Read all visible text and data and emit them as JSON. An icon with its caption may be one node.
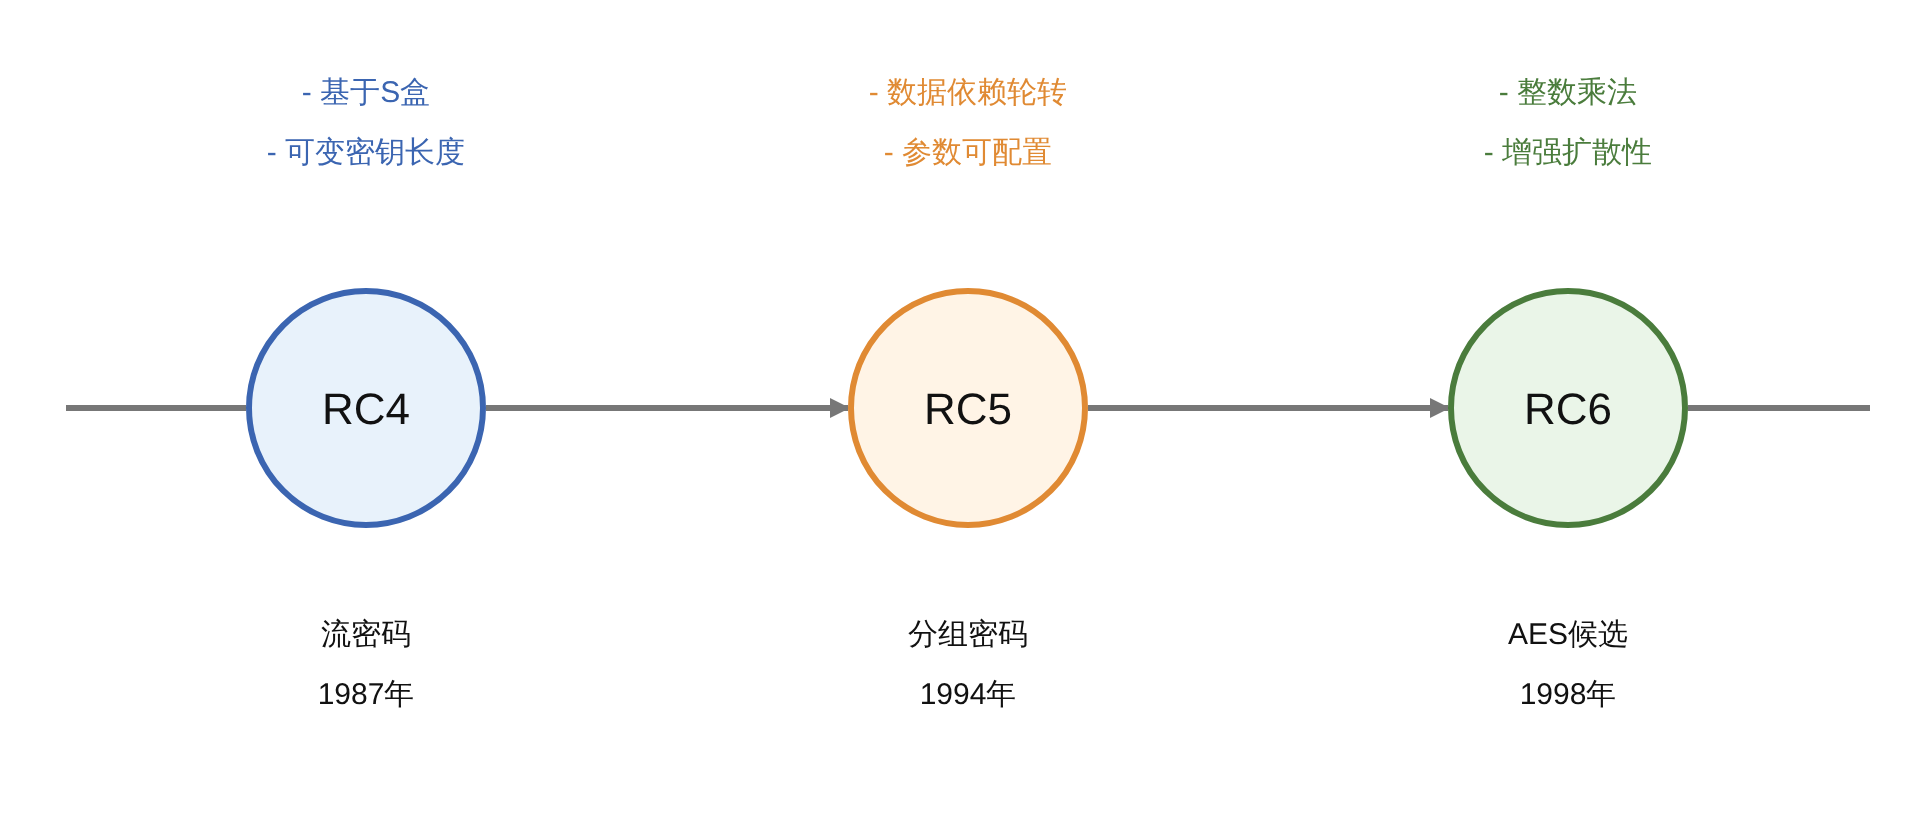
{
  "diagram": {
    "nodes": [
      {
        "text": [
          "RC4"
        ],
        "beside": [
          "- 基于S盒",
          "- 可变密钥长度",
          "流密码",
          "1987年"
        ]
      },
      {
        "text": [
          "RC5"
        ],
        "beside": [
          "- 数据依赖轮转",
          "- 参数可配置",
          "分组密码",
          "1994年"
        ]
      },
      {
        "text": [
          "RC6"
        ],
        "beside": [
          "- 整数乘法",
          "- 增强扩散性",
          "AES候选",
          "1998年"
        ]
      }
    ],
    "edges": [
      {
        "from": null,
        "to": 0,
        "arrow": "none"
      },
      {
        "from": 0,
        "to": 1,
        "arrow": "to"
      },
      {
        "from": 1,
        "to": 2,
        "arrow": "to"
      },
      {
        "from": 2,
        "to": null,
        "arrow": "none"
      }
    ]
  }
}
